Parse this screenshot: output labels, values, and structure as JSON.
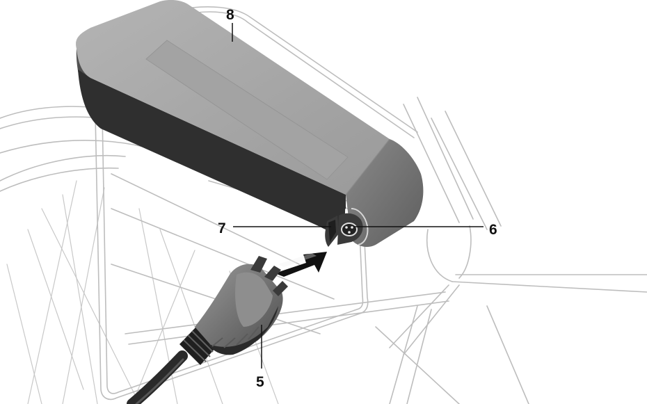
{
  "callouts": {
    "battery": "8",
    "charging_socket_cover": "7",
    "charging_socket": "6",
    "charger_plug": "5"
  },
  "colors": {
    "battery_top": "#a6a6a6",
    "battery_side": "#4a4a4a",
    "plug_body": "#6e6e6e",
    "arrow": "#111111",
    "frame_lines": "#bdbdbd"
  }
}
